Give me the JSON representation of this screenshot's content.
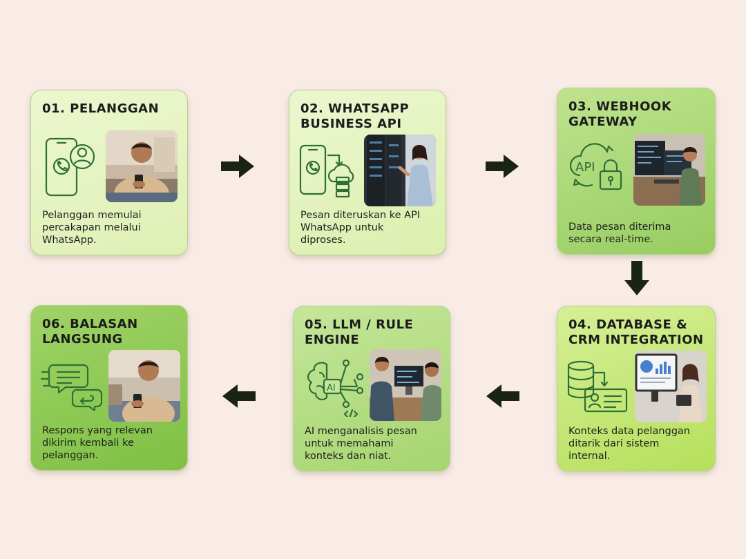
{
  "steps": [
    {
      "title": "01. PELANGGAN",
      "desc": "Pelanggan memulai\npercakapan melalui\nWhatsApp.",
      "icon": "whatsapp-phone-user-icon",
      "photo": "man-using-phone-photo"
    },
    {
      "title": "02. WHATSAPP\nBUSINESS API",
      "desc": "Pesan diteruskan ke API\nWhatsApp untuk\ndiproses.",
      "icon": "whatsapp-phone-cloud-server-icon",
      "photo": "woman-at-server-rack-photo"
    },
    {
      "title": "03. WEBHOOK\nGATEWAY",
      "desc": "Data pesan diterima\nsecara real-time.",
      "icon": "api-cloud-lock-icon",
      "photo": "developer-at-monitors-photo"
    },
    {
      "title": "04. DATABASE &\nCRM INTEGRATION",
      "desc": "Konteks data pelanggan\nditarik dari sistem\ninternal.",
      "icon": "database-contact-card-icon",
      "photo": "woman-with-tablet-dashboard-photo"
    },
    {
      "title": "05. LLM / RULE\nENGINE",
      "desc": "AI menganalisis pesan\nuntuk memahami\nkonteks dan niat.",
      "icon": "ai-brain-circuit-icon",
      "photo": "two-people-at-computer-photo"
    },
    {
      "title": "06. BALASAN\nLANGSUNG",
      "desc": "Respons yang relevan\ndikirim kembali ke\npelanggan.",
      "icon": "chat-bubbles-reply-icon",
      "photo": "man-smiling-at-phone-photo"
    }
  ],
  "icon_labels": {
    "api": "API",
    "ai": "AI"
  },
  "colors": {
    "background": "#f9ebe5",
    "icon_stroke": "#2e6f35",
    "arrow": "#1a2414"
  }
}
